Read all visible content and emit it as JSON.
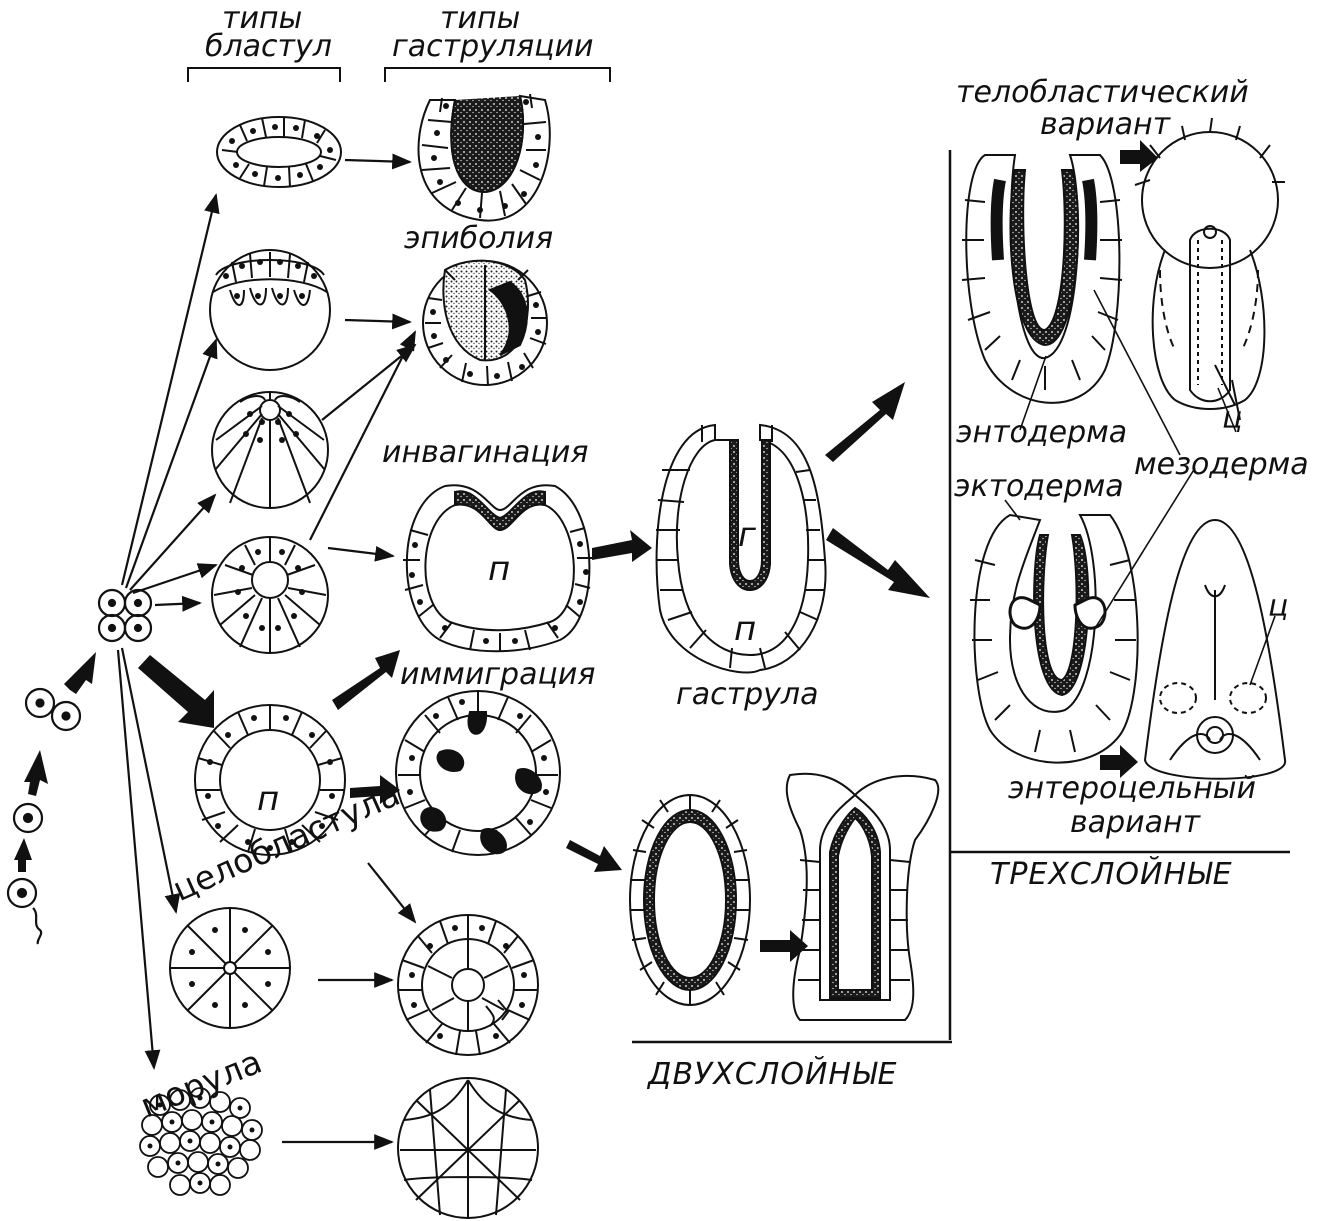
{
  "header": {
    "blastula_types": "типы\nбластул",
    "blastula_types_l1": "типы",
    "blastula_types_l2": "бластул",
    "gastrulation_types_l1": "типы",
    "gastrulation_types_l2": "гаструляции"
  },
  "labels": {
    "epiboly": "эпиболия",
    "invagination": "инвагинация",
    "immigration": "иммиграция",
    "gastrula": "гаструла",
    "coeloblastula": "целобластула",
    "morula": "морула",
    "two_layer": "ДВУХСЛОЙНЫЕ",
    "three_layer": "ТРЕХСЛОЙНЫЕ",
    "teloblastic_l1": "телобластический",
    "teloblastic_l2": "вариант",
    "enterocoelic_l1": "энтероцельный",
    "enterocoelic_l2": "вариант",
    "endoderm": "энтодерма",
    "ectoderm": "эктодерма",
    "mesoderm": "мезодерма",
    "cavity_p": "п",
    "cavity_g": "г",
    "coelom_c": "ц"
  },
  "colors": {
    "ink": "#111111",
    "paper": "#ffffff",
    "endoderm_fill": "#2a2a2a"
  }
}
